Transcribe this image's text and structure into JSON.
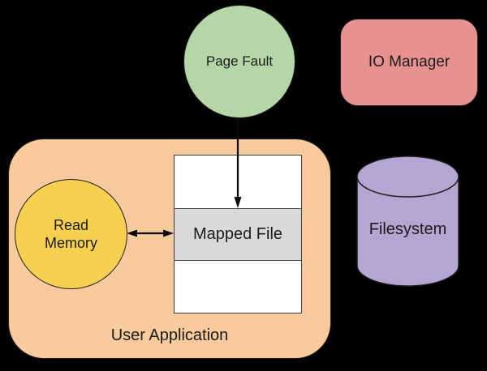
{
  "canvas": {
    "background": "#000000"
  },
  "nodes": {
    "page_fault": {
      "label": "Page Fault",
      "shape": "circle",
      "fill": "#b5d6a6"
    },
    "io_manager": {
      "label": "IO Manager",
      "shape": "rounded-rect",
      "fill": "#e89191"
    },
    "user_application": {
      "label": "User Application",
      "shape": "rounded-rect",
      "fill": "#f9cb9c"
    },
    "read_memory": {
      "label": "Read Memory",
      "shape": "circle",
      "fill": "#f6d04e"
    },
    "mapped_file": {
      "label": "Mapped File",
      "shape": "stacked-rect",
      "fill": "#d9d9d9",
      "stack_fill": "#ffffff"
    },
    "filesystem": {
      "label": "Filesystem",
      "shape": "cylinder",
      "fill": "#b3a6d2"
    }
  },
  "edges": {
    "color": "#0d0d0d",
    "items": [
      {
        "from": "page_fault",
        "to": "mapped_file",
        "style": "arrow",
        "direction": "down"
      },
      {
        "from": "read_memory",
        "to": "mapped_file",
        "style": "double-arrow",
        "direction": "horizontal"
      }
    ]
  }
}
